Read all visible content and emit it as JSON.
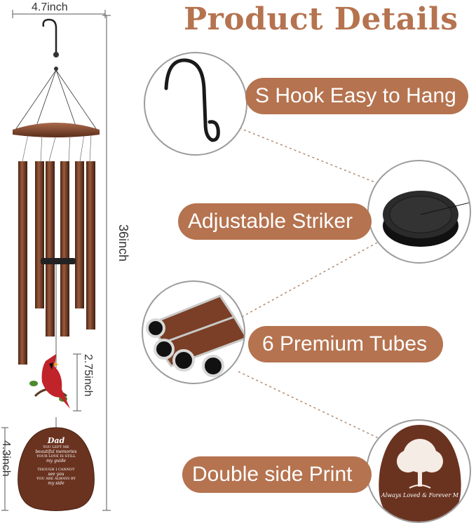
{
  "title": "Product Details",
  "dimensions": {
    "width": "4.7inch",
    "height": "36inch",
    "bird": "2.75inch",
    "plate": "4.3inch"
  },
  "features": [
    {
      "label": "S Hook Easy to Hang"
    },
    {
      "label": "Adjustable Striker"
    },
    {
      "label": "6 Premium Tubes"
    },
    {
      "label": "Double side Print"
    }
  ],
  "plate_front": {
    "heading": "Dad",
    "lines": [
      "YOU LEFT ME",
      "beautiful memories",
      "YOUR LOVE IS STILL",
      "my guide",
      "THOUGH I CANNOT",
      "see you",
      "YOU ARE ALWAYS BY",
      "my side"
    ]
  },
  "plate_back": {
    "script": "Always Loved & Forever M"
  },
  "colors": {
    "accent": "#b5734f",
    "copper": "#7a3f26"
  }
}
